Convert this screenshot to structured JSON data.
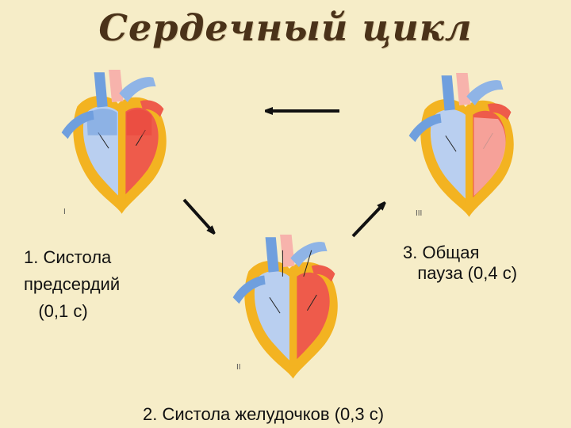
{
  "title": "Сердечный цикл",
  "stages": [
    {
      "roman": "I",
      "label_lines": [
        "1. Систола",
        "предсердий",
        "   (0,1 с)"
      ]
    },
    {
      "roman": "II",
      "label_lines": [
        "2. Систола желудочков (0,3 с)"
      ]
    },
    {
      "roman": "III",
      "label_lines": [
        "3. Общая",
        "   пауза (0,4 с)"
      ]
    }
  ],
  "colors": {
    "background": "#f6edc8",
    "wall": "#f3b321",
    "venous_blue": "#6f9fde",
    "light_blue": "#b9cff0",
    "arterial_red": "#ee5b4b",
    "light_red": "#f7b3ac",
    "title": "#4a3219"
  },
  "arrows": [
    "stage3-to-stage1",
    "stage1-to-stage2",
    "stage2-to-stage3"
  ]
}
